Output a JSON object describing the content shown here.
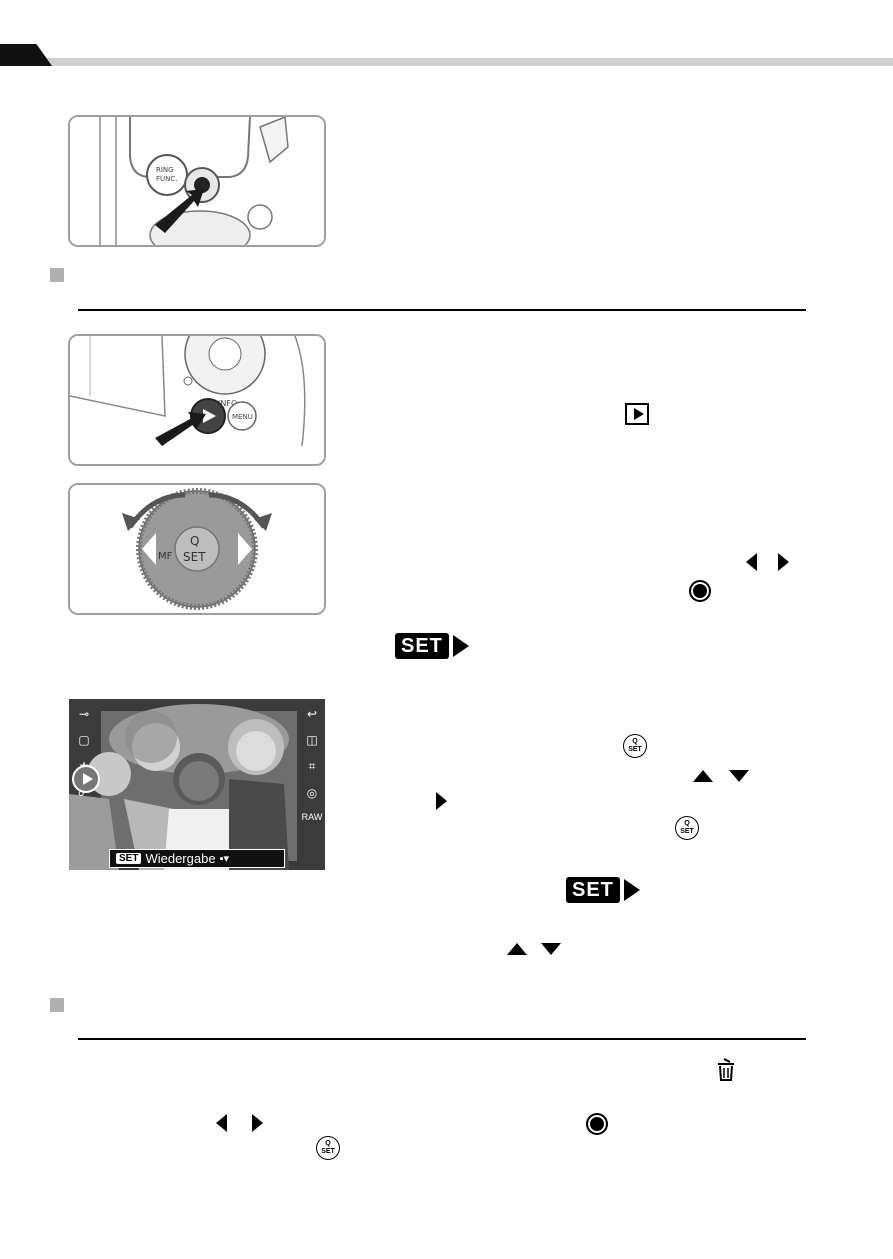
{
  "photo_caption": {
    "set_label": "SET",
    "text": "Wiedergabe"
  },
  "dial_labels": {
    "q": "Q",
    "set": "SET",
    "mf": "MF"
  },
  "camera_labels": {
    "ring_func": "RING FUNC.",
    "menu": "MENU",
    "info": "INFO"
  },
  "badges": {
    "set_text": "SET"
  },
  "icons": {
    "play": "playback-icon",
    "dial": "control-dial-icon",
    "qset": "func-set-icon",
    "trash": "trash-icon",
    "left": "left-arrow-icon",
    "right": "right-arrow-icon",
    "up": "up-arrow-icon",
    "down": "down-arrow-icon"
  }
}
